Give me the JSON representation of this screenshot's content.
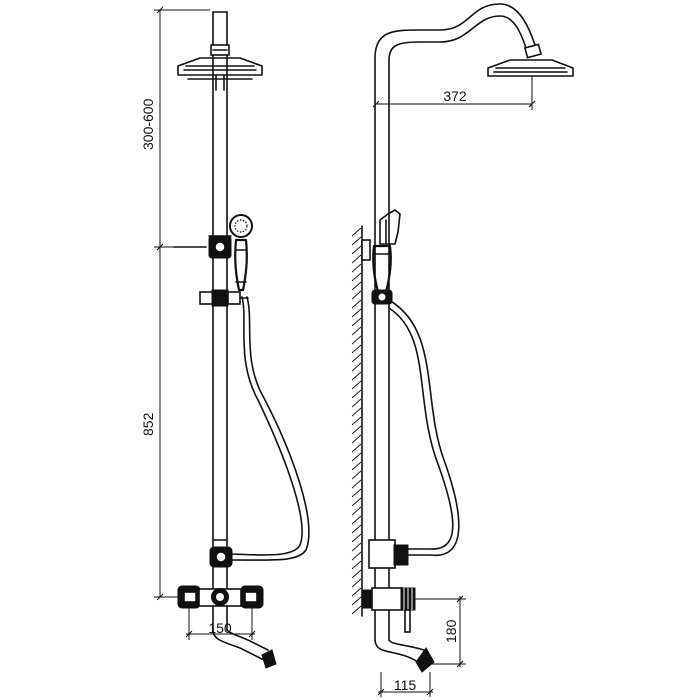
{
  "dimensions": {
    "head_height_range": "300-600",
    "bar_height": "852",
    "mixer_spacing": "150",
    "arm_reach": "372",
    "spout_height": "180",
    "spout_projection": "115"
  }
}
